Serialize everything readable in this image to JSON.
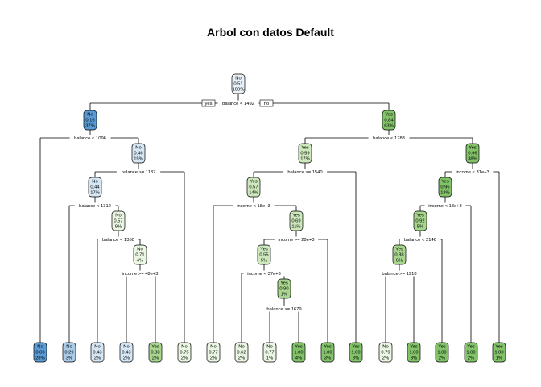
{
  "title": "Arbol con datos Default",
  "colors": {
    "no_dark": "#5b9bd5",
    "no_mid": "#a9cbe8",
    "no_light": "#d5e6f4",
    "no_pale": "#e8f1f8",
    "yes_pale": "#eaf5e2",
    "yes_light": "#cde8bd",
    "yes_mid": "#a8d68f",
    "yes_dark": "#82c369",
    "edge": "#000000"
  },
  "root_branch_labels": {
    "left": "yes",
    "right": "no"
  },
  "nodes": [
    {
      "id": "n1",
      "cls": "No",
      "prob": "0.51",
      "pct": "100%",
      "shade": "no_pale"
    },
    {
      "id": "n2",
      "cls": "No",
      "prob": "0.16",
      "pct": "37%",
      "shade": "no_dark"
    },
    {
      "id": "n3",
      "cls": "Yes",
      "prob": "0.84",
      "pct": "63%",
      "shade": "yes_dark"
    },
    {
      "id": "n4",
      "cls": "No",
      "prob": "0.46",
      "pct": "15%",
      "shade": "no_light"
    },
    {
      "id": "n5",
      "cls": "Yes",
      "prob": "0.59",
      "pct": "17%",
      "shade": "yes_light"
    },
    {
      "id": "n6",
      "cls": "Yes",
      "prob": "0.96",
      "pct": "38%",
      "shade": "yes_dark"
    },
    {
      "id": "n7",
      "cls": "No",
      "prob": "0.44",
      "pct": "17%",
      "shade": "no_light"
    },
    {
      "id": "n8",
      "cls": "Yes",
      "prob": "0.57",
      "pct": "14%",
      "shade": "yes_light"
    },
    {
      "id": "n9",
      "cls": "Yes",
      "prob": "0.96",
      "pct": "13%",
      "shade": "yes_dark"
    },
    {
      "id": "n10",
      "cls": "No",
      "prob": "0.57",
      "pct": "9%",
      "shade": "yes_pale"
    },
    {
      "id": "n11",
      "cls": "Yes",
      "prob": "0.69",
      "pct": "11%",
      "shade": "yes_light"
    },
    {
      "id": "n12",
      "cls": "Yes",
      "prob": "0.92",
      "pct": "5%",
      "shade": "yes_mid"
    },
    {
      "id": "n13",
      "cls": "No",
      "prob": "0.71",
      "pct": "4%",
      "shade": "yes_pale"
    },
    {
      "id": "n14",
      "cls": "Yes",
      "prob": "0.55",
      "pct": "5%",
      "shade": "yes_light"
    },
    {
      "id": "n15",
      "cls": "Yes",
      "prob": "0.88",
      "pct": "6%",
      "shade": "yes_mid"
    },
    {
      "id": "n16",
      "cls": "Yes",
      "prob": "0.90",
      "pct": "1%",
      "shade": "yes_mid"
    },
    {
      "id": "l1",
      "cls": "No",
      "prob": "0.03",
      "pct": "28%",
      "shade": "no_dark"
    },
    {
      "id": "l2",
      "cls": "No",
      "prob": "0.29",
      "pct": "3%",
      "shade": "no_mid"
    },
    {
      "id": "l3",
      "cls": "No",
      "prob": "0.43",
      "pct": "2%",
      "shade": "no_light"
    },
    {
      "id": "l4",
      "cls": "No",
      "prob": "0.43",
      "pct": "2%",
      "shade": "no_light"
    },
    {
      "id": "l5",
      "cls": "Yes",
      "prob": "0.88",
      "pct": "2%",
      "shade": "yes_mid"
    },
    {
      "id": "l6",
      "cls": "No",
      "prob": "0.75",
      "pct": "2%",
      "shade": "yes_pale"
    },
    {
      "id": "l7",
      "cls": "No",
      "prob": "0.77",
      "pct": "2%",
      "shade": "yes_pale"
    },
    {
      "id": "l8",
      "cls": "No",
      "prob": "0.62",
      "pct": "2%",
      "shade": "yes_pale"
    },
    {
      "id": "l9",
      "cls": "No",
      "prob": "0.77",
      "pct": "1%",
      "shade": "yes_pale"
    },
    {
      "id": "l10",
      "cls": "Yes",
      "prob": "1.00",
      "pct": "4%",
      "shade": "yes_dark"
    },
    {
      "id": "l11",
      "cls": "Yes",
      "prob": "1.00",
      "pct": "3%",
      "shade": "yes_dark"
    },
    {
      "id": "l12",
      "cls": "Yes",
      "prob": "1.00",
      "pct": "3%",
      "shade": "yes_dark"
    },
    {
      "id": "l13",
      "cls": "No",
      "prob": "0.79",
      "pct": "2%",
      "shade": "yes_pale"
    },
    {
      "id": "l14",
      "cls": "Yes",
      "prob": "1.00",
      "pct": "3%",
      "shade": "yes_dark"
    },
    {
      "id": "l15",
      "cls": "Yes",
      "prob": "1.00",
      "pct": "2%",
      "shade": "yes_dark"
    },
    {
      "id": "l16",
      "cls": "Yes",
      "prob": "1.00",
      "pct": "2%",
      "shade": "yes_dark"
    },
    {
      "id": "l17",
      "cls": "Yes",
      "prob": "1.00",
      "pct": "1%",
      "shade": "yes_dark"
    }
  ],
  "splits": [
    {
      "node": "n1",
      "label": "balance < 1492"
    },
    {
      "node": "n2",
      "label": "balance < 1096"
    },
    {
      "node": "n3",
      "label": "balance < 1783"
    },
    {
      "node": "n4",
      "label": "balance >= 1137"
    },
    {
      "node": "n5",
      "label": "balance >= 1540"
    },
    {
      "node": "n6",
      "label": "income < 31e+3"
    },
    {
      "node": "n7",
      "label": "balance < 1312"
    },
    {
      "node": "n8",
      "label": "income < 18e+3"
    },
    {
      "node": "n9",
      "label": "income < 18e+3"
    },
    {
      "node": "n10",
      "label": "balance < 1350"
    },
    {
      "node": "n11",
      "label": "income >= 28e+3"
    },
    {
      "node": "n12",
      "label": "balance < 2146"
    },
    {
      "node": "n13",
      "label": "income >= 48e+3"
    },
    {
      "node": "n14",
      "label": "income < 37e+3"
    },
    {
      "node": "n15",
      "label": "balance >= 1918"
    },
    {
      "node": "n16",
      "label": "balance >= 1679"
    }
  ]
}
